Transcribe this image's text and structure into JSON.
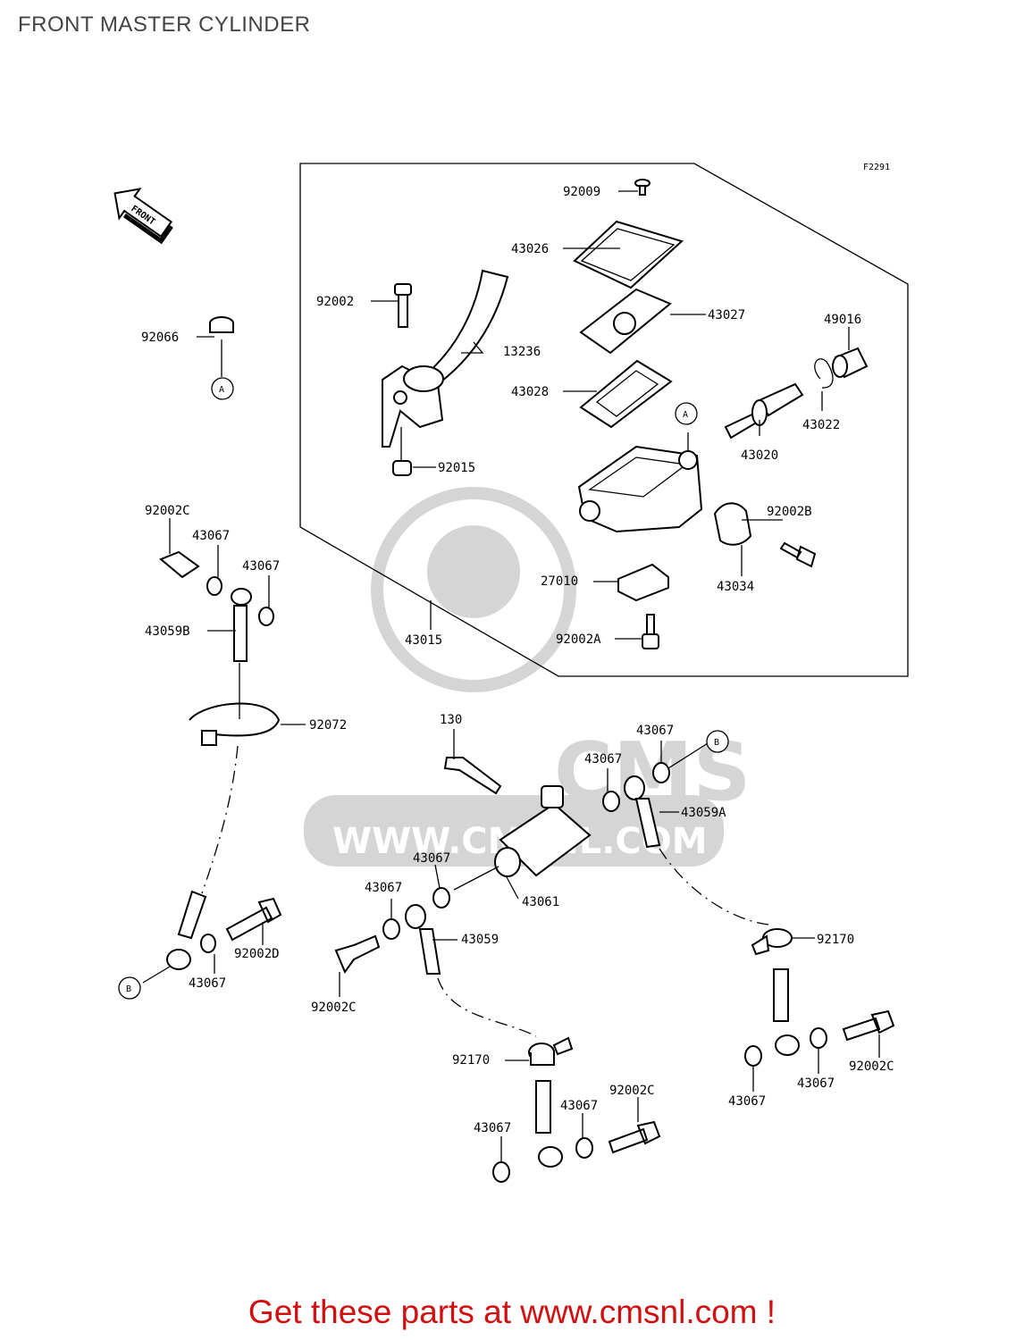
{
  "title": "FRONT MASTER CYLINDER",
  "figure_code": "F2291",
  "front_arrow_text": "FRONT",
  "watermark": {
    "text": "CMS",
    "url": "WWW.CMSNL.COM"
  },
  "footer": "Get these parts at www.cmsnl.com !",
  "callouts": {
    "a": "A",
    "b": "B"
  },
  "parts": {
    "p92009": "92009",
    "p43026": "43026",
    "p43027": "43027",
    "p49016": "49016",
    "p92002": "92002",
    "p13236": "13236",
    "p43028": "43028",
    "p43022": "43022",
    "p92066": "92066",
    "p43020": "43020",
    "p92015": "92015",
    "p92002b": "92002B",
    "p92002c_1": "92002C",
    "p43067_1": "43067",
    "p43067_2": "43067",
    "p27010": "27010",
    "p43034": "43034",
    "p43059b": "43059B",
    "p43015": "43015",
    "p92002a": "92002A",
    "p92072": "92072",
    "p130": "130",
    "p43067_3": "43067",
    "p43067_4": "43067",
    "p43059a": "43059A",
    "p43067_5": "43067",
    "p43061": "43061",
    "p43067_6": "43067",
    "p43059": "43059",
    "p92170_1": "92170",
    "p92002d": "92002D",
    "p43067_7": "43067",
    "p92002c_2": "92002C",
    "p92170_2": "92170",
    "p92002c_3": "92002C",
    "p43067_8": "43067",
    "p43067_9": "43067",
    "p43067_10": "43067",
    "p92002c_4": "92002C",
    "p43067_11": "43067"
  }
}
